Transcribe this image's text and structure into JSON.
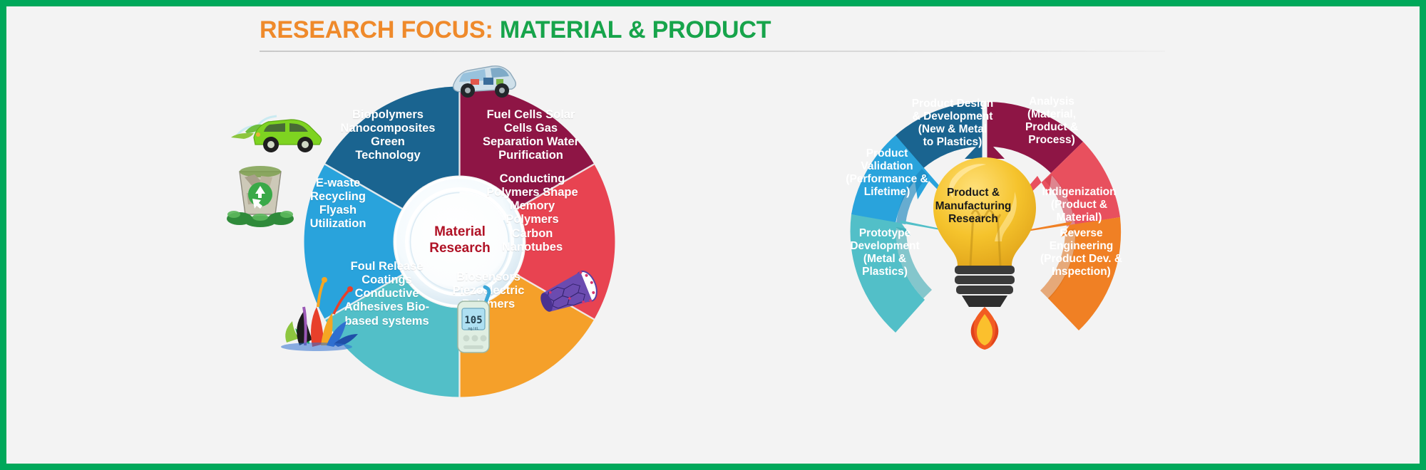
{
  "theme": {
    "border_color": "#00a85a",
    "background_color": "#f3f3f3",
    "title_accent_orange": "#ef8a2b",
    "title_accent_green": "#17a44b",
    "hub_text_color": "#b01226"
  },
  "header": {
    "title_prefix": "RESEARCH FOCUS:",
    "title_main": "MATERIAL & PRODUCT"
  },
  "material_wheel": {
    "hub_line1": "Material",
    "hub_line2": "Research",
    "segments": [
      {
        "id": "biopolymers",
        "label": "Biopolymers Nanocomposites Green Technology",
        "lines": [
          "Biopolymers",
          "Nanocomposites",
          "Green",
          "Technology"
        ],
        "color": "#1a6490"
      },
      {
        "id": "fuel-cells",
        "label": "Fuel Cells Solar Cells Gas Separation Water Purification",
        "lines": [
          "Fuel Cells Solar",
          "Cells Gas",
          "Separation Water",
          "Purification"
        ],
        "color": "#8e1545"
      },
      {
        "id": "conducting-polymers",
        "label": "Conducting Polymers Shape Memory Polymers Carbon Nanotubes",
        "lines": [
          "Conducting",
          "Polymers Shape",
          "Memory",
          "Polymers",
          "Carbon",
          "Nanotubes"
        ],
        "color": "#e84351"
      },
      {
        "id": "biosensors",
        "label": "Biosensors Piezoelectric Polymers",
        "lines": [
          "Biosensors",
          "Piezoelectric",
          "Polymers"
        ],
        "color": "#f5a02a"
      },
      {
        "id": "foul-release",
        "label": "Foul Release Coatings Conductive Adhesives Bio-based systems",
        "lines": [
          "Foul Release",
          "Coatings",
          "Conductive",
          "Adhesives Bio-",
          "based systems"
        ],
        "color": "#52bfc8"
      },
      {
        "id": "e-waste",
        "label": "E-waste Recycling Flyash Utilization",
        "lines": [
          "E-waste",
          "Recycling",
          "Flyash",
          "Utilization"
        ],
        "color": "#29a3dc"
      }
    ],
    "decorations": [
      {
        "id": "green-car-icon",
        "name": "green-car-icon"
      },
      {
        "id": "car-chassis-icon",
        "name": "car-chassis-icon"
      },
      {
        "id": "carbon-nanotube-icon",
        "name": "carbon-nanotube-icon"
      },
      {
        "id": "glucose-meter-icon",
        "name": "glucose-meter-icon"
      },
      {
        "id": "paint-splash-icon",
        "name": "paint-splash-icon"
      },
      {
        "id": "recycle-bin-icon",
        "name": "recycle-bin-icon"
      }
    ]
  },
  "product_fan": {
    "hub_line1": "Product &",
    "hub_line2": "Manufacturing",
    "hub_line3": "Research",
    "segments": [
      {
        "id": "product-design",
        "label": "Product Design & Development (New & Metal to Plastics)",
        "lines": [
          "Product Design",
          "& Development",
          "(New & Metal",
          "to Plastics)"
        ],
        "color": "#1a6490"
      },
      {
        "id": "analysis",
        "label": "Analysis (Material, Product & Process)",
        "lines": [
          "Analysis",
          "(Material,",
          "Product &",
          "Process)"
        ],
        "color": "#8e1545"
      },
      {
        "id": "indigenization",
        "label": "Indigenization (Product & Material)",
        "lines": [
          "Indigenization",
          "(Product &",
          "Material)"
        ],
        "color": "#e8505e"
      },
      {
        "id": "reverse-engineering",
        "label": "Reverse Engineering (Product Dev. & Inspection)",
        "lines": [
          "Reverse",
          "Engineering",
          "(Product Dev. &",
          "Inspection)"
        ],
        "color": "#f08024"
      },
      {
        "id": "prototype-development",
        "label": "Prototype Development (Metal & Plastics)",
        "lines": [
          "Prototype",
          "Development",
          "(Metal &",
          "Plastics)"
        ],
        "color": "#52bfc8"
      },
      {
        "id": "product-validation",
        "label": "Product Validation (Performance & Lifetime)",
        "lines": [
          "Product",
          "Validation",
          "(Performance &",
          "Lifetime)"
        ],
        "color": "#29a3dc"
      }
    ],
    "decorations": [
      {
        "id": "lightbulb-icon",
        "name": "lightbulb-icon"
      }
    ]
  }
}
